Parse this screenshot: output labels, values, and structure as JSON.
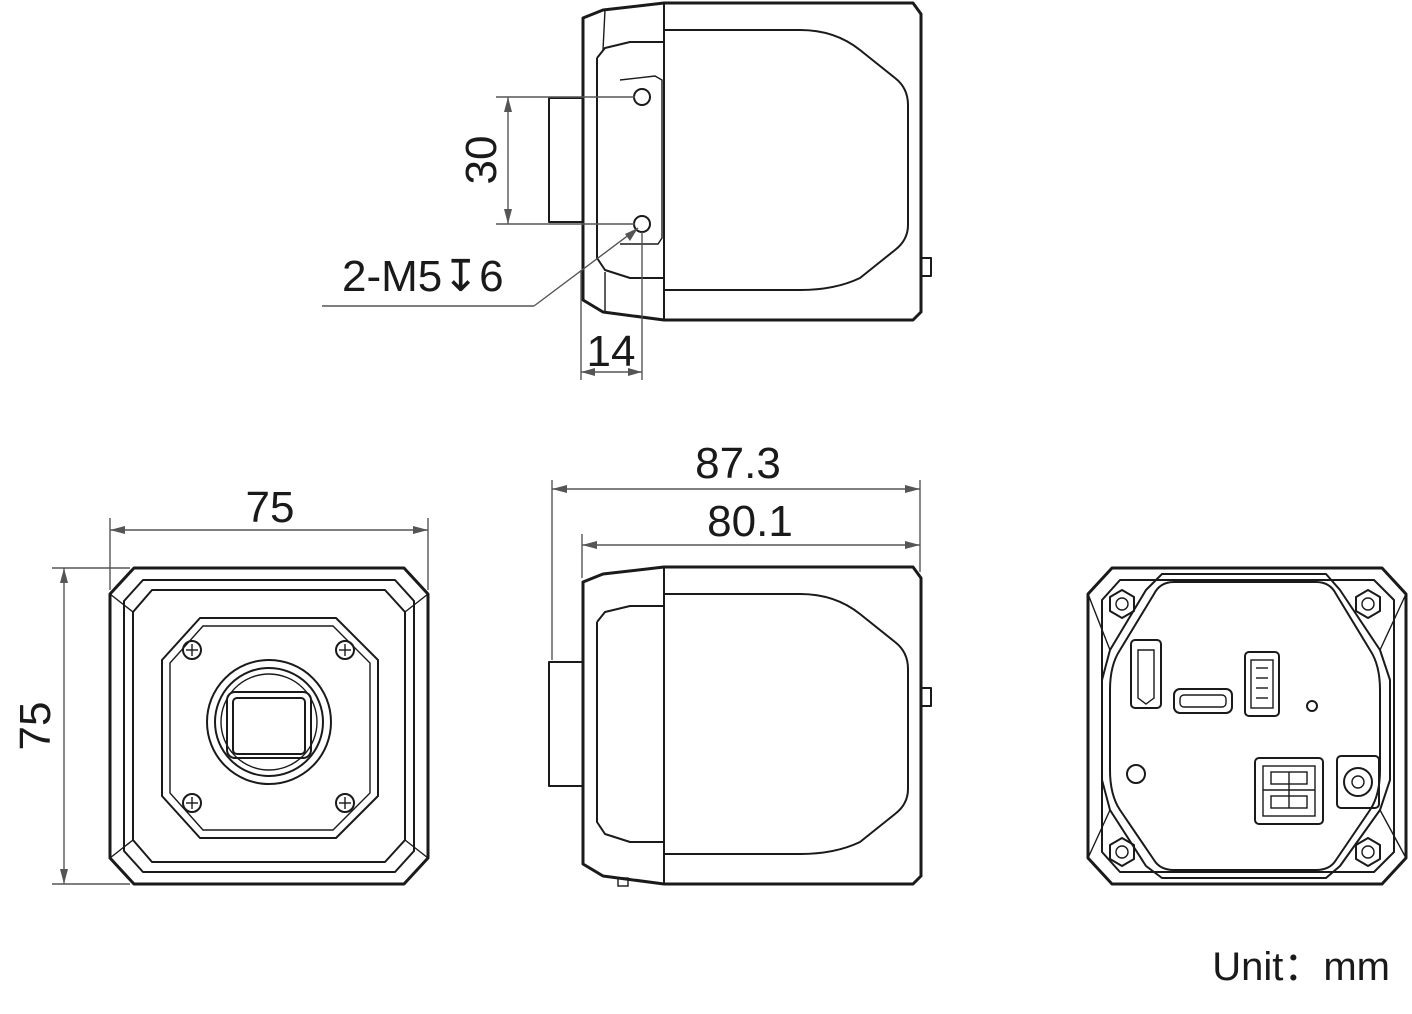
{
  "dimensions": {
    "mount_spacing": "30",
    "thread_callout": "2-M5↧6",
    "mount_offset": "14",
    "front_width": "75",
    "front_height": "75",
    "total_length": "87.3",
    "body_length": "80.1"
  },
  "unit_label": "Unit：mm"
}
